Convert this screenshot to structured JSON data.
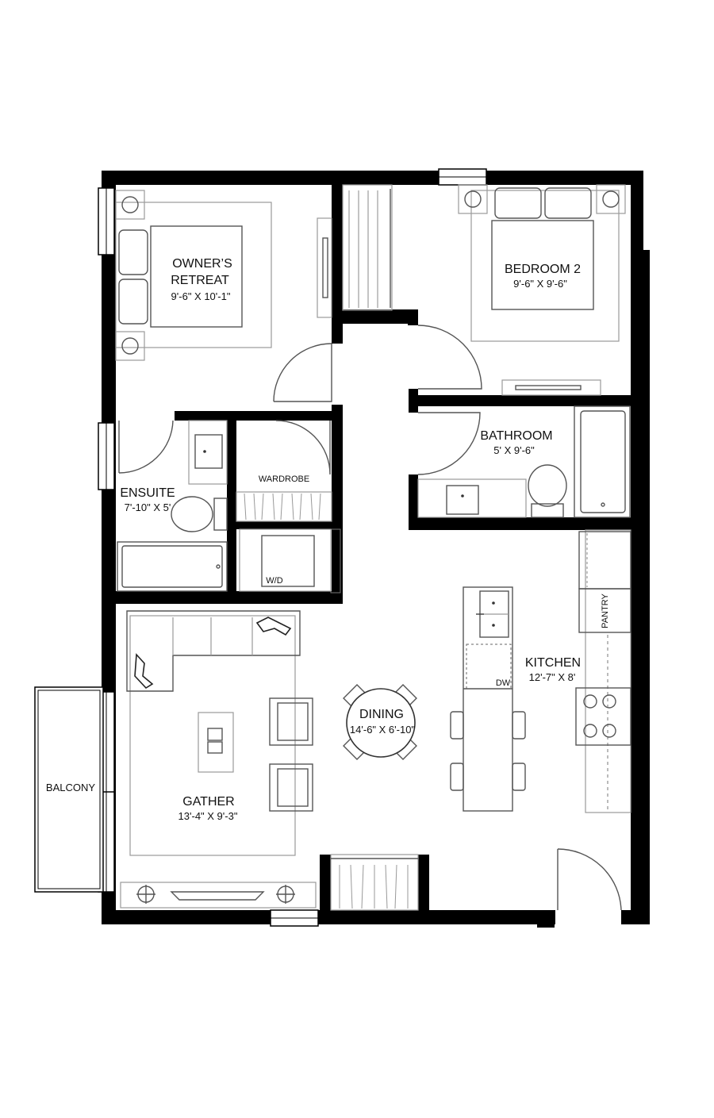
{
  "rooms": {
    "owners_retreat": {
      "name_line1": "OWNER’S",
      "name_line2": "RETREAT",
      "dims": "9'-6\" X 10'-1\""
    },
    "bedroom2": {
      "name": "BEDROOM 2",
      "dims": "9'-6\" X 9'-6\""
    },
    "bathroom": {
      "name": "BATHROOM",
      "dims": "5' X 9'-6\""
    },
    "ensuite": {
      "name": "ENSUITE",
      "dims": "7'-10\" X 5'"
    },
    "wardrobe": {
      "name": "WARDROBE"
    },
    "laundry": {
      "name": "W/D"
    },
    "pantry": {
      "name": "PANTRY"
    },
    "kitchen": {
      "name": "KITCHEN",
      "dims": "12'-7\" X 8'"
    },
    "dishwasher": {
      "name": "DW"
    },
    "dining": {
      "name": "DINING",
      "dims": "14'-6\" X 6'-10\""
    },
    "gather": {
      "name": "GATHER",
      "dims": "13'-4\" X 9'-3\""
    },
    "balcony": {
      "name": "BALCONY"
    }
  }
}
